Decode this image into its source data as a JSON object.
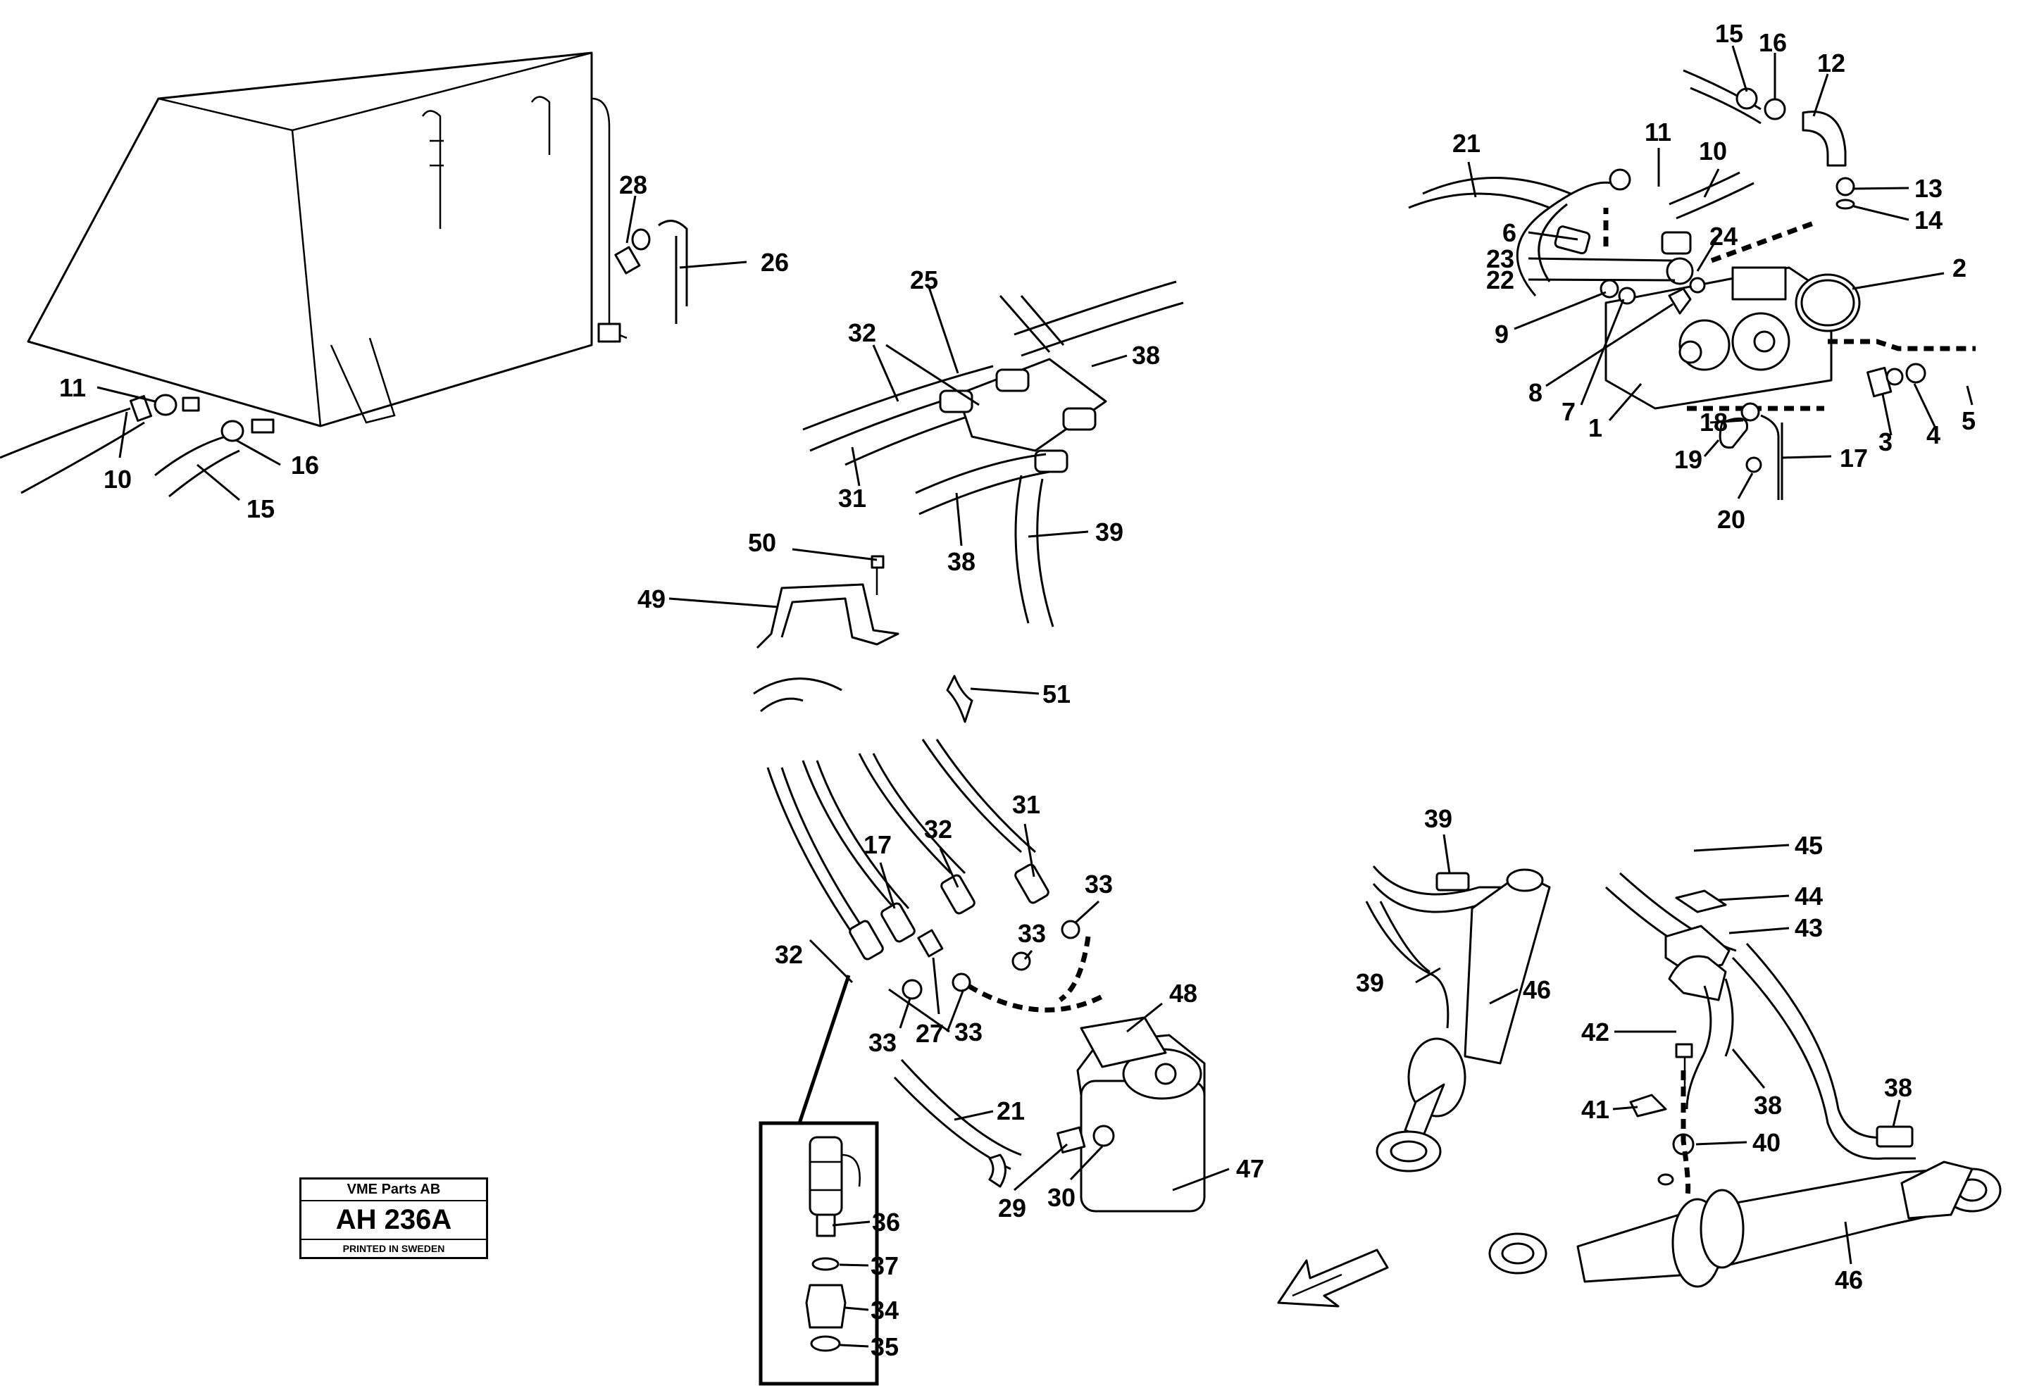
{
  "stamp": {
    "company": "VME Parts AB",
    "code": "AH 236A",
    "printed": "PRINTED IN SWEDEN"
  },
  "callouts": {
    "tank": [
      "28",
      "26",
      "11",
      "10",
      "16",
      "15"
    ],
    "pump": [
      "15",
      "16",
      "12",
      "11",
      "10",
      "21",
      "13",
      "14",
      "6",
      "24",
      "23",
      "22",
      "2",
      "9",
      "8",
      "7",
      "1",
      "18",
      "3",
      "4",
      "5",
      "19",
      "17",
      "20"
    ],
    "valve": [
      "25",
      "32",
      "38",
      "31",
      "38",
      "39",
      "50",
      "49",
      "51"
    ],
    "steering_unit": [
      "31",
      "32",
      "17",
      "33",
      "32",
      "33",
      "48",
      "33",
      "27",
      "33",
      "21",
      "47",
      "29",
      "30"
    ],
    "inset": [
      "36",
      "37",
      "34",
      "35"
    ],
    "cylinder_left": [
      "39",
      "39",
      "46"
    ],
    "cylinder_right": [
      "45",
      "44",
      "43",
      "42",
      "38",
      "41",
      "40",
      "38",
      "46"
    ]
  }
}
